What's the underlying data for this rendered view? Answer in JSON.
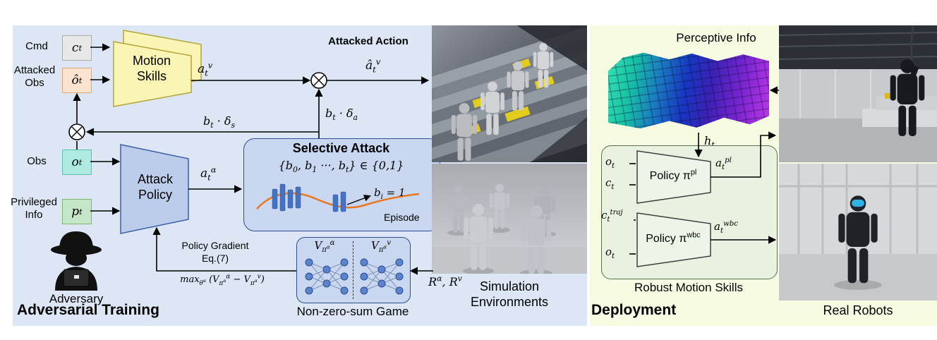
{
  "figure": {
    "training_title": "Adversarial Training",
    "deployment_title": "Deployment"
  },
  "training": {
    "cmd_label": "Cmd",
    "cmd_math": "c_{t}",
    "attacked_obs_label": "Attacked\nObs",
    "attacked_obs_math": "ô_{t}",
    "motion_skills_label": "Motion\nSkills",
    "motion_action_math": "a_{t}^{v}",
    "attacked_action_label": "Attacked Action",
    "attacked_action_math": "â_{t}^{v}",
    "action_attack_math": "b_{t} · δ_{a}",
    "obs_attack_math": "b_{t} · δ_{s}",
    "obs_label": "Obs",
    "obs_math": "o_{t}",
    "privileged_label": "Privileged\nInfo",
    "privileged_math": "p_{t}",
    "attack_policy_label": "Attack\nPolicy",
    "attack_action_math": "a_{t}^{α}",
    "selective_attack": {
      "title": "Selective Attack",
      "set_formula": "{b_{0}, b_{1} ···, b_{t}} ∈ {0,1}",
      "point_annotation": "b_{i} = 1",
      "x_axis_label": "Episode"
    },
    "adversary_label": "Adversary",
    "policy_gradient_line1": "Policy Gradient",
    "policy_gradient_line2": "Eq.(7)",
    "objective_math": "max_{θ^{α}} (V_{π^{α}}^{α} − V_{π^{α}}^{v})",
    "value_left_math": "V_{π^{α}}^{α}",
    "value_right_math": "V_{π^{α}}^{v}",
    "game_caption": "Non-zero-sum Game",
    "rewards_math": "R^{α}, R^{v}"
  },
  "simulation": {
    "caption": "Simulation\nEnvironments"
  },
  "deployment": {
    "perceptive_label": "Perceptive Info",
    "height_math": "h_{t}",
    "pl_inputs": [
      "o_{t}",
      "c_{t}"
    ],
    "pl_policy_label": "Policy π^{pl}",
    "pl_output_math": "a_{t}^{pl}",
    "wbc_inputs": [
      "c_{t}^{traj}",
      "o_{t}"
    ],
    "wbc_policy_label": "Policy π^{wbc}",
    "wbc_output_math": "a_{t}^{wbc}",
    "skills_caption": "Robust Motion Skills",
    "real_robots_caption": "Real Robots"
  },
  "colors": {
    "training_bg": "#dce6f4",
    "deployment_bg": "#f7fbe2",
    "motion_skills_fill": "#fbf5b5",
    "attack_policy_fill": "#bccdeb",
    "blue_box_fill": "#c9d7f0",
    "cmd_fill": "#e8e8e8",
    "attacked_obs_fill": "#fbe3d0",
    "obs_fill": "#aeeadf",
    "privileged_fill": "#c5e6c8",
    "deploy_box_fill": "#e9f1e0",
    "curve_orange": "#e87722",
    "bar_blue": "#4472c4"
  }
}
